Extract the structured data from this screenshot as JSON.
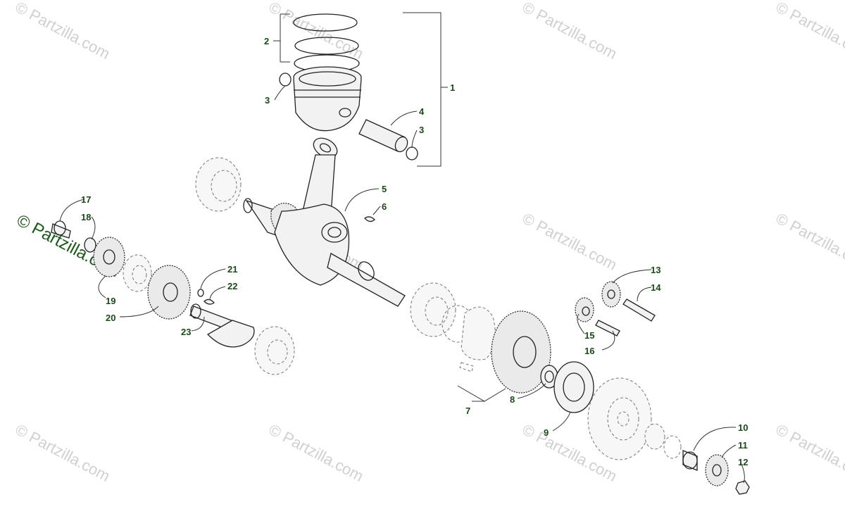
{
  "watermark": {
    "text": "© Partzilla.com",
    "color": "#c8c8c8"
  },
  "side_logo": {
    "text": "© Partzilla.com",
    "color": "#1a5a1a"
  },
  "callout_color": "#1a4a1a",
  "callouts": {
    "c1": "1",
    "c2": "2",
    "c3a": "3",
    "c3b": "3",
    "c4": "4",
    "c5": "5",
    "c6": "6",
    "c7": "7",
    "c8": "8",
    "c9": "9",
    "c10": "10",
    "c11": "11",
    "c12": "12",
    "c13": "13",
    "c14": "14",
    "c15": "15",
    "c16": "16",
    "c17": "17",
    "c18": "18",
    "c19": "19",
    "c20": "20",
    "c21": "21",
    "c22": "22",
    "c23": "23"
  }
}
